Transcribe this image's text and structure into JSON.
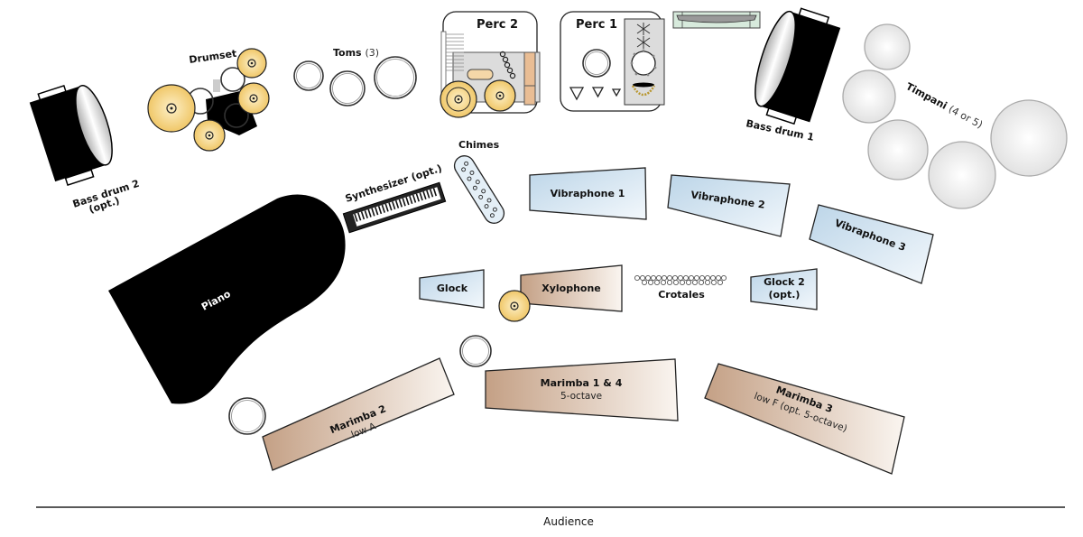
{
  "diagram": {
    "title": "Percussion ensemble stage setup",
    "audience_label": "Audience",
    "colors": {
      "keyboard_fill_light": "#e8f1f8",
      "keyboard_fill_dark": "#bcd5e8",
      "wood_fill_dark": "#c7a48a",
      "wood_fill_light": "#f7f0ea",
      "cymbal": "#f2cf7a",
      "cymbal_light": "#fbe8b8",
      "timpani": "#eeeeee",
      "drum_black": "#000000",
      "crash_box": "#d7eadc"
    },
    "instruments": {
      "bass_drum_2": {
        "label": "Bass drum 2",
        "sub": "(opt.)"
      },
      "drumset": {
        "label": "Drumset"
      },
      "toms": {
        "label": "Toms",
        "count_note": "(3)"
      },
      "perc2": {
        "label": "Perc 2"
      },
      "perc1": {
        "label": "Perc 1"
      },
      "bass_drum_1": {
        "label": "Bass drum 1"
      },
      "timpani": {
        "label": "Timpani",
        "count_note": "(4 or 5)"
      },
      "chimes": {
        "label": "Chimes"
      },
      "synthesizer": {
        "label": "Synthesizer (opt.)"
      },
      "vibraphone_1": {
        "label": "Vibraphone 1"
      },
      "vibraphone_2": {
        "label": "Vibraphone 2"
      },
      "vibraphone_3": {
        "label": "Vibraphone 3"
      },
      "piano": {
        "label": "Piano"
      },
      "glock": {
        "label": "Glock"
      },
      "xylophone": {
        "label": "Xylophone"
      },
      "crotales": {
        "label": "Crotales"
      },
      "glock_2": {
        "label": "Glock 2",
        "sub": "(opt.)"
      },
      "marimba_2": {
        "label": "Marimba 2",
        "sub": "low A"
      },
      "marimba_1_4": {
        "label": "Marimba 1 & 4",
        "sub": "5-octave"
      },
      "marimba_3": {
        "label": "Marimba 3",
        "sub": "low F (opt. 5-octave)"
      }
    }
  }
}
